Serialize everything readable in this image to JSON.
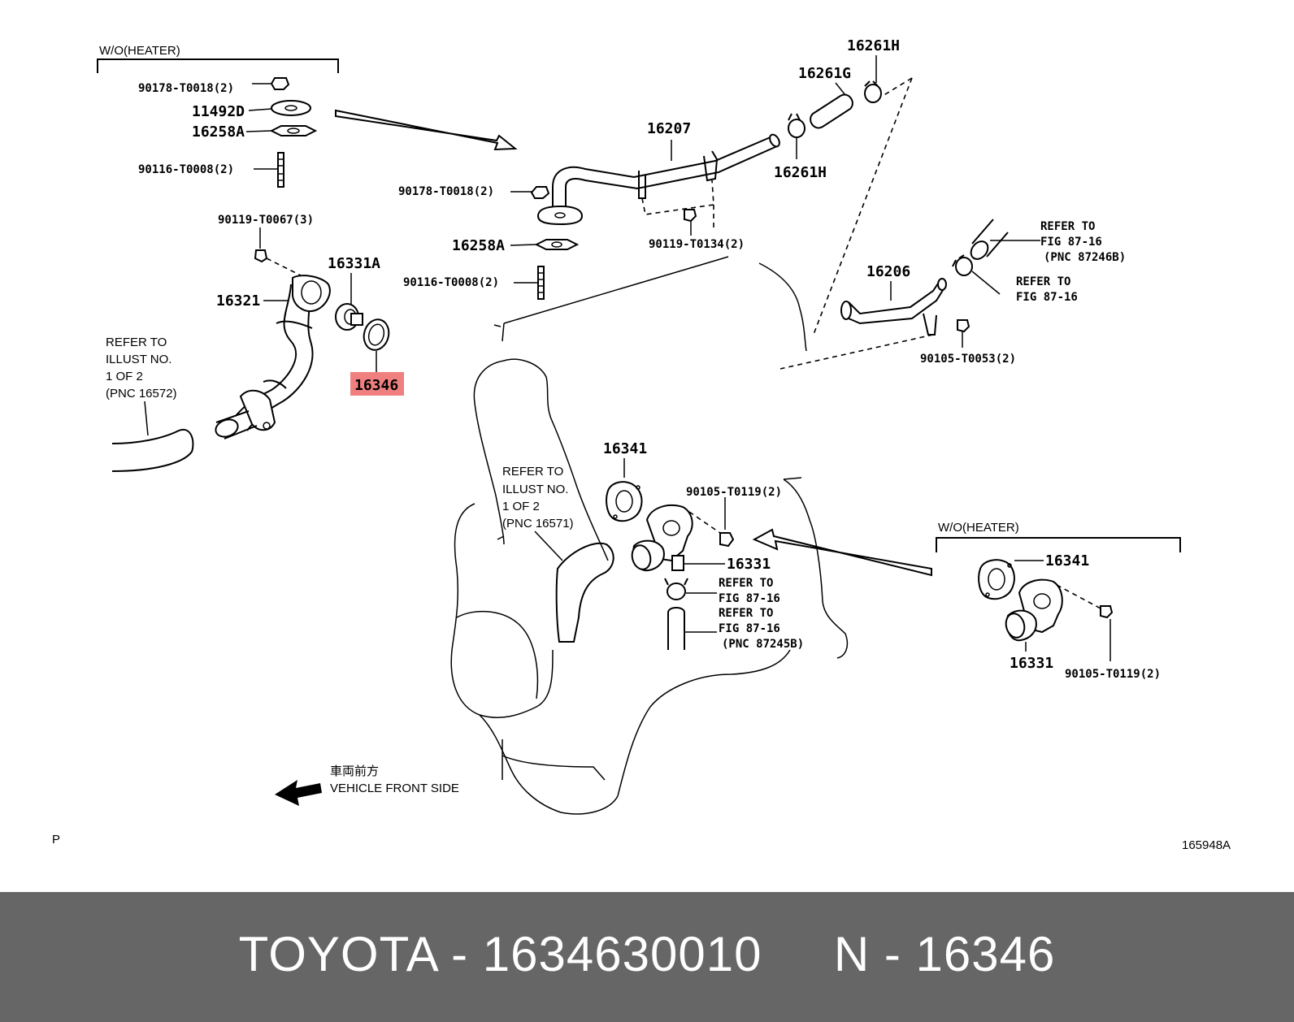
{
  "diagram": {
    "labels": {
      "wo_heater_top": "W/O(HEATER)",
      "p90178_top": "90178-T0018(2)",
      "p11492d": "11492D",
      "p16258a_top": "16258A",
      "p90116_top": "90116-T0008(2)",
      "p90119_t0067": "90119-T0067(3)",
      "p16331a": "16331A",
      "p16321": "16321",
      "p16346": "16346",
      "refer_illust_1": "REFER TO",
      "refer_illust_2": "ILLUST NO.",
      "refer_illust_3": "1 OF 2",
      "refer_illust_4": "(PNC 16572)",
      "p16207": "16207",
      "p90178_mid": "90178-T0018(2)",
      "p16258a_mid": "16258A",
      "p90116_mid": "90116-T0008(2)",
      "p90119_t0134": "90119-T0134(2)",
      "p16261h_top": "16261H",
      "p16261g": "16261G",
      "p16261h_mid": "16261H",
      "p16206": "16206",
      "refer_fig_a1": "REFER TO",
      "refer_fig_a2": "FIG 87-16",
      "refer_fig_a3": "(PNC 87246B)",
      "refer_fig_b1": "REFER TO",
      "refer_fig_b2": "FIG 87-16",
      "p90105_t0053": "90105-T0053(2)",
      "p16341_center": "16341",
      "refer_illust_b1": "REFER TO",
      "refer_illust_b2": "ILLUST NO.",
      "refer_illust_b3": "1 OF 2",
      "refer_illust_b4": "(PNC 16571)",
      "p90105_t0119_center": "90105-T0119(2)",
      "p16331_center": "16331",
      "refer_fig_c1": "REFER TO",
      "refer_fig_c2": "FIG 87-16",
      "refer_fig_d1": "REFER TO",
      "refer_fig_d2": "FIG 87-16",
      "refer_fig_d3": "(PNC 87245B)",
      "wo_heater_right": "W/O(HEATER)",
      "p16341_right": "16341",
      "p16331_right": "16331",
      "p90105_t0119_right": "90105-T0119(2)",
      "front_jp": "車両前方",
      "front_en": "VEHICLE FRONT SIDE",
      "page_marker": "P",
      "illus_code": "165948A"
    },
    "highlight_color": "#f08080"
  },
  "footer": {
    "text": "TOYOTA - 1634630010     N - 16346",
    "background": "#666666",
    "text_color": "#ffffff"
  }
}
